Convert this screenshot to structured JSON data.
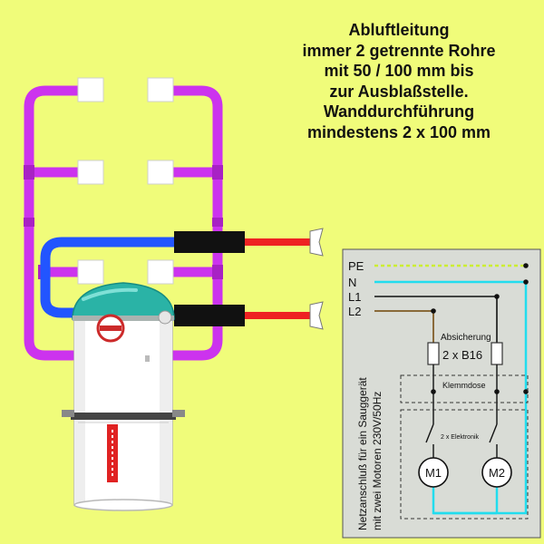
{
  "note": {
    "lines": [
      "Abluftleitung",
      "immer 2 getrennte Rohre",
      "mit 50 / 100 mm bis",
      "zur Ausblaßstelle.",
      "Wanddurchführung",
      "mindestens 2 x 100 mm"
    ]
  },
  "wiring": {
    "lines": {
      "pe": "PE",
      "n": "N",
      "l1": "L1",
      "l2": "L2"
    },
    "fuse_label": "Absicherung",
    "fuse_value": "2 x B16",
    "terminal_label": "Klemmdose",
    "electronics_label": "2 x Elektronik",
    "motor1": "M1",
    "motor2": "M2",
    "side_text_1": "Netzanschluß für ein Sauggerät",
    "side_text_2": "mit zwei Motoren 230V/50Hz"
  },
  "colors": {
    "background": "#f0fc7a",
    "suction_pipe": "#cc33ee",
    "inlet_pipe": "#2255ff",
    "exhaust_pipe": "#ee2222",
    "panel": "#d9dcd6",
    "pe_wire": "#ccee33",
    "n_wire": "#22ddee",
    "l2_wire": "#8a6a3a"
  }
}
